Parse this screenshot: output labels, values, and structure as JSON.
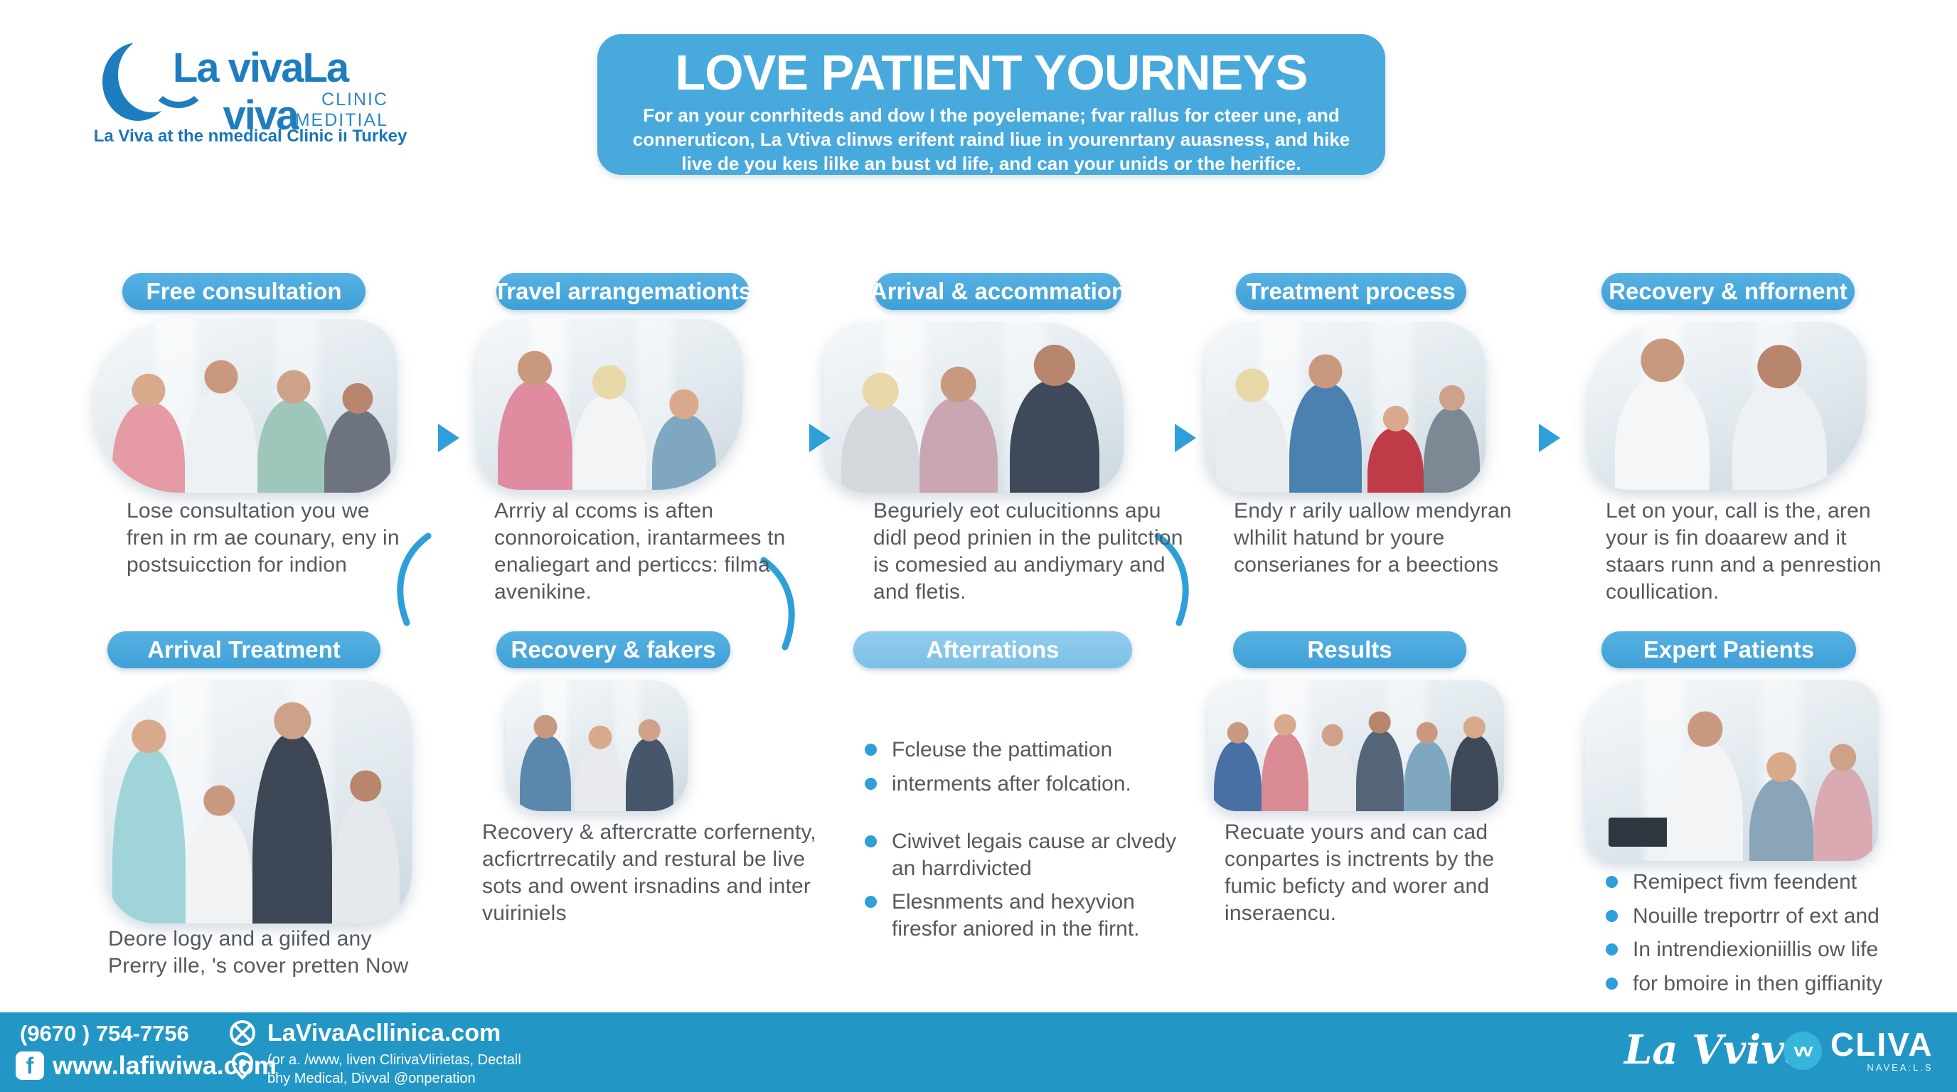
{
  "logo": {
    "brand": "La vivaLa viva",
    "clinic_line": "CLINIC IMEDITIAL",
    "tagline": "La Viva at the nmedical Clinic iı Turkey"
  },
  "banner": {
    "title": "LOVE PATIENT YOURNEYS",
    "subtitle": "For an your conrhiteds and dow I the poyelemane; fvar rallus for cteer une, and conneruticon, La Vtiva clinws erifent raind liue in yourenrtany auasness, and hike live de you keıs lilke an bust vd life, and can your unids or the herifice."
  },
  "row1": [
    {
      "title": "Free consultation",
      "text": "Lose consultation you we fren in rm ae counary, eny in postsuicction for indion"
    },
    {
      "title": "Travel arrangemationts",
      "text": "Arrriy al ccoms is aften connoroication, irantarmees tn enaliegart and perticcs: filma avenikine."
    },
    {
      "title": "Arrival & accommation",
      "text": "Beguriely eot culucitionns apu didl peod prinien in the pulitction is comesied au andiymary and and fletis."
    },
    {
      "title": "Treatment process",
      "text": "Endy r arily uallow mendyran wlhilit hatund br youre conserianes for a beections"
    },
    {
      "title": "Recovery & nffornent",
      "text": "Let on your, call is the, aren your is fin doaarew and it staars runn and a penrestion coullication."
    }
  ],
  "row2": [
    {
      "title": "Arrival Treatment",
      "text": "Deore logy and a giifed any Prerry ille, 's cover pretten Now"
    },
    {
      "title": "Recovery & fakers",
      "text": "Recovery & aftercratte corfernenty, acficrtrrecatily and restural be live sots and owent irsnadins and inter vuiriniels"
    },
    {
      "title": "Afterrations",
      "bullets": [
        "Fcleuse the pattimation",
        "interments after folcation.",
        "Ciwivet legais cause ar clvedy an harrdivicted",
        "Elesnments and hexyvion firesfor aniored in the firnt."
      ]
    },
    {
      "title": "Results",
      "text": "Recuate yours and can cad conpartes is inctrents by the fumic beficty and worer and inseraencu."
    },
    {
      "title": "Expert Patients",
      "bullets": [
        "Remipect fivm feendent",
        "Nouille treportrr of ext and",
        "In intrendiexioniillis ow life",
        "for bmoire in then giffianity"
      ]
    }
  ],
  "footer": {
    "phone": "(9670 ) 754-7756",
    "website": "www.lafiwiwa.com",
    "site2": "LaVivaAcllinica.com",
    "address_line1": "(or a. /www, liven ClirivaVlirietas, Dectall",
    "address_line2": "bhy Medical, Divval @onperation",
    "brand_script": "La Vviva",
    "brand_right": "CLIVA",
    "brand_right_sub": "NAVEA:L.S"
  },
  "icons": {
    "facebook": "f",
    "vv": "vv"
  },
  "colors": {
    "accent": "#48A9DC",
    "accent_light": "#85C6E8",
    "footer_bg": "#2297C6",
    "logo_blue": "#1E7DBE",
    "text_gray": "#55595D",
    "bullet": "#2E9FD8"
  }
}
